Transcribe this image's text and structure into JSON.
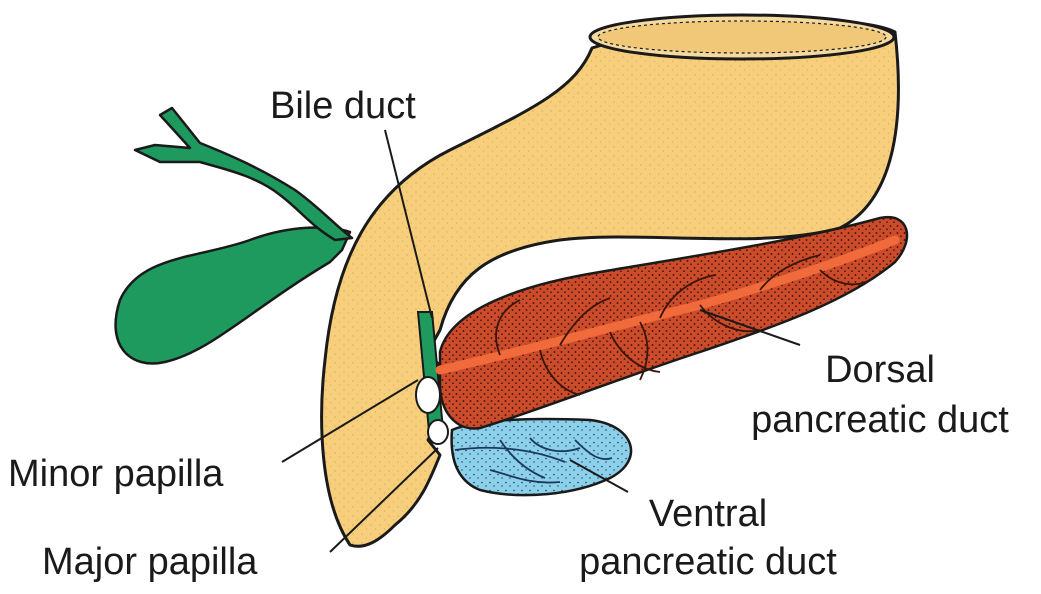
{
  "labels": {
    "bile_duct": "Bile duct",
    "dorsal_line1": "Dorsal",
    "dorsal_line2": "pancreatic duct",
    "ventral_line1": "Ventral",
    "ventral_line2": "pancreatic duct",
    "minor_papilla": "Minor papilla",
    "major_papilla": "Major papilla"
  },
  "colors": {
    "duodenum": "#f7cf7c",
    "gallbladder": "#1f9a5e",
    "dorsal_pancreas": "#cc4b2a",
    "dorsal_duct": "#f06a3c",
    "ventral_pancreas": "#8dd0ea",
    "outline": "#1a1a1a"
  }
}
